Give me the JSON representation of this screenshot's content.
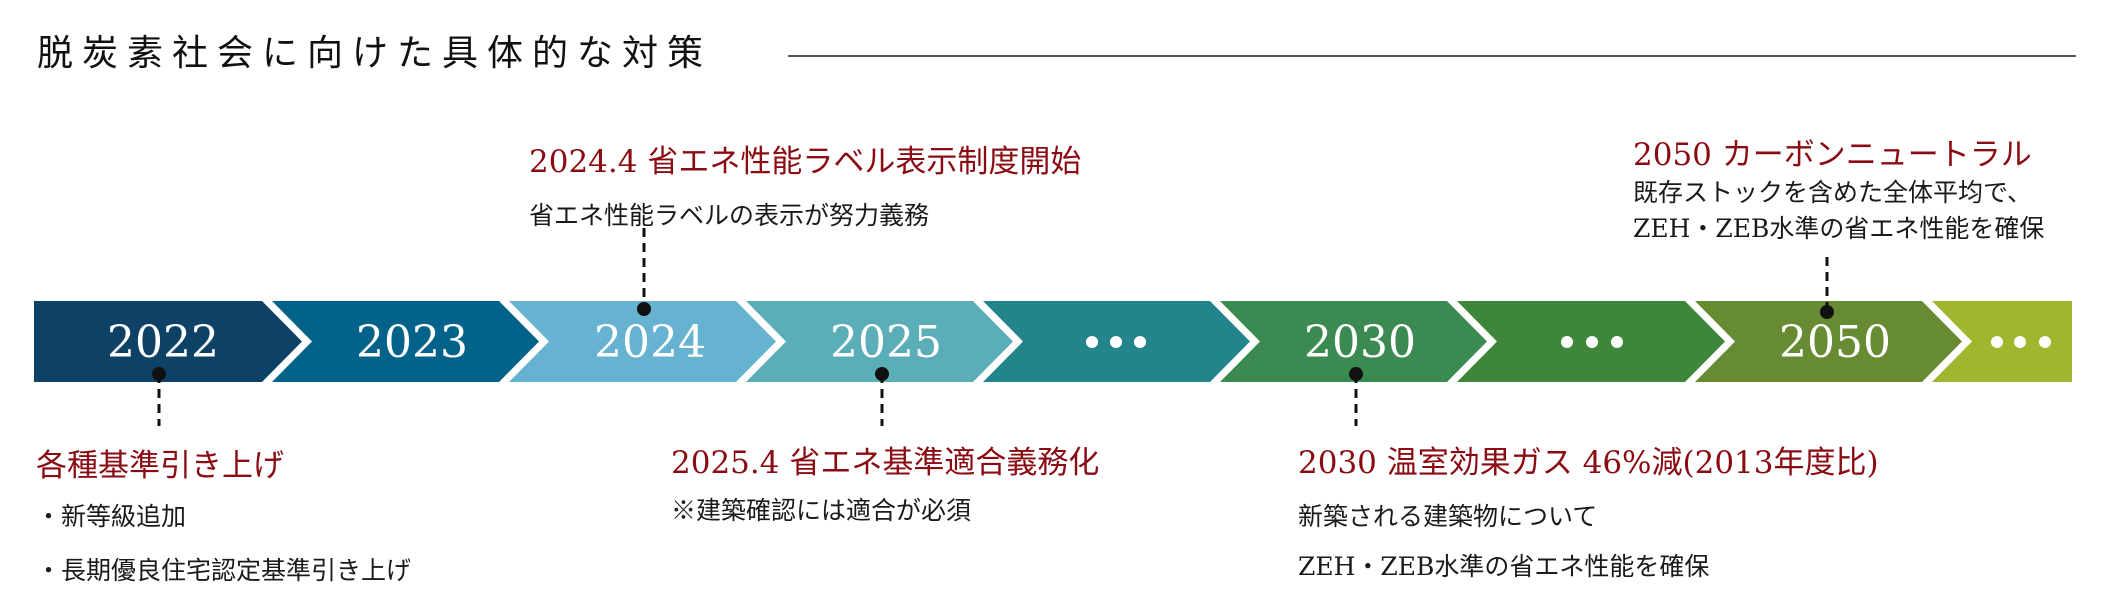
{
  "title": "脱炭素社会に向けた具体的な対策",
  "colors": {
    "heading_red": "#8b0b12",
    "segments": [
      "#0d4266",
      "#03628a",
      "#65b3d1",
      "#5badb8",
      "#23848c",
      "#3b8a52",
      "#3e8639",
      "#678b33",
      "#a1b62e"
    ]
  },
  "timeline": {
    "segments": [
      {
        "label": "2022"
      },
      {
        "label": "2023"
      },
      {
        "label": "2024"
      },
      {
        "label": "2025"
      },
      {
        "label": "・・・"
      },
      {
        "label": "2030"
      },
      {
        "label": "・・・"
      },
      {
        "label": "2050"
      },
      {
        "label": "・・・"
      }
    ]
  },
  "annotations": {
    "a2022": {
      "heading": "各種基準引き上げ",
      "lines": [
        "・新等級追加",
        "・長期優良住宅認定基準引き上げ"
      ]
    },
    "a2024": {
      "heading": "2024.4 省エネ性能ラベル表示制度開始",
      "lines": [
        "省エネ性能ラベルの表示が努力義務"
      ]
    },
    "a2025": {
      "heading": "2025.4 省エネ基準適合義務化",
      "lines": [
        "※建築確認には適合が必須"
      ]
    },
    "a2030": {
      "heading": "2030 温室効果ガス 46%減(2013年度比)",
      "lines": [
        "新築される建築物について",
        "ZEH・ZEB水準の省エネ性能を確保"
      ]
    },
    "a2050": {
      "heading": "2050 カーボンニュートラル",
      "lines": [
        "既存ストックを含めた全体平均で、",
        "ZEH・ZEB水準の省エネ性能を確保"
      ]
    }
  }
}
